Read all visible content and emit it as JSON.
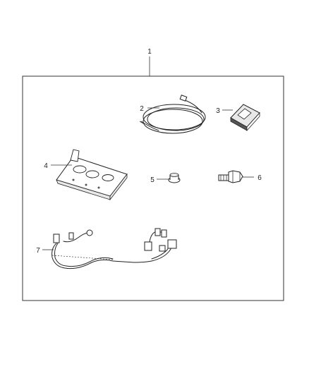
{
  "callouts": {
    "kit": "1",
    "cable": "2",
    "switch_module": "3",
    "bracket": "4",
    "nut": "5",
    "bolt": "6",
    "wiring_harness": "7"
  }
}
